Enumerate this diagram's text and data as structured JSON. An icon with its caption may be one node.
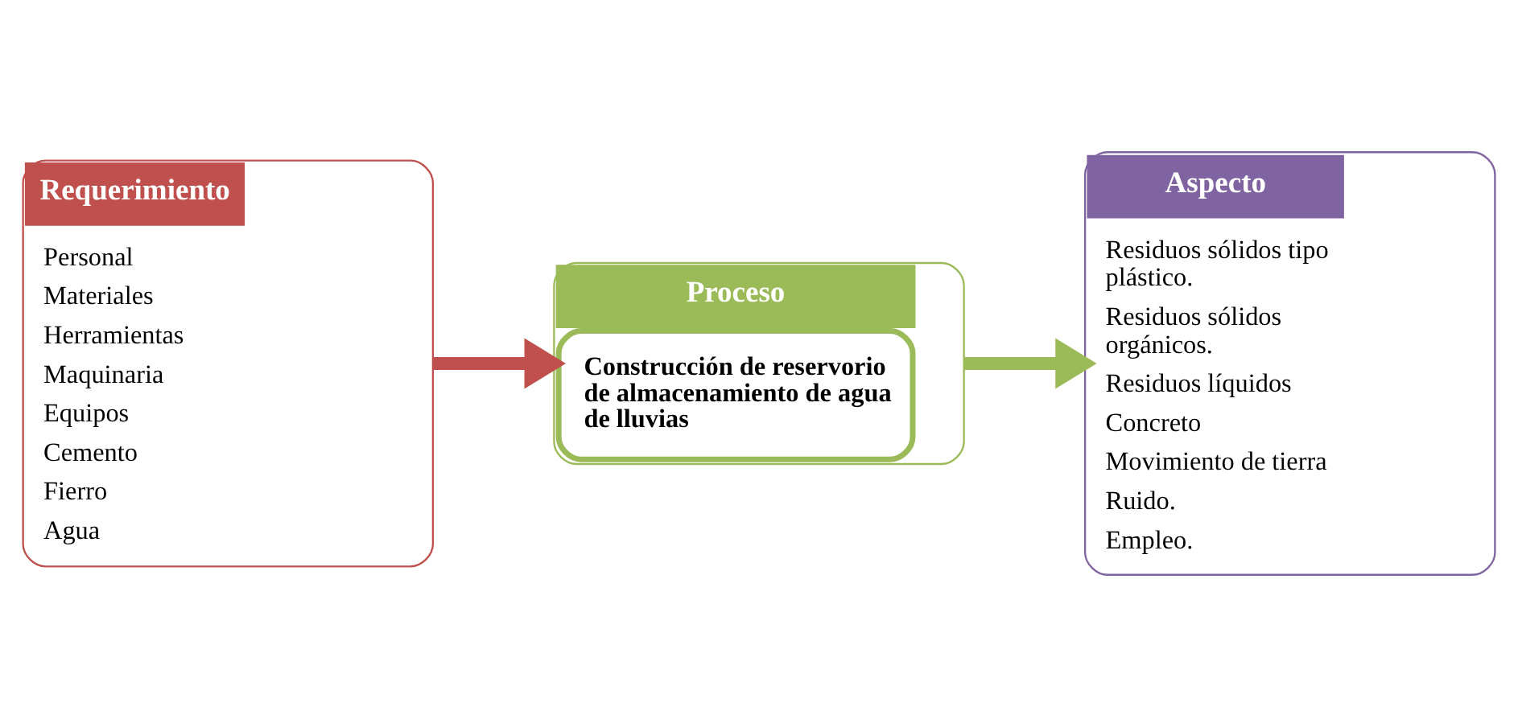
{
  "diagram": {
    "nodes": [
      {
        "text": [
          "Requerimiento",
          "Personal",
          "Materiales",
          "Herramientas",
          "Maquinaria",
          "Equipos",
          "Cemento",
          "Fierro",
          "Agua"
        ]
      },
      {
        "text": [
          "Proceso",
          "Construcción de reservorio de almacenamiento de agua de lluvias"
        ]
      },
      {
        "text": [
          "Aspecto",
          "Residuos sólidos tipo plástico.",
          "Residuos sólidos orgánicos.",
          "Residuos líquidos",
          "Concreto",
          "Movimiento de tierra",
          "Ruido.",
          "Empleo."
        ]
      }
    ],
    "edges": [
      {
        "from": 0,
        "to": 1,
        "arrow": "to",
        "color": "#c0504d"
      },
      {
        "from": 1,
        "to": 2,
        "arrow": "to",
        "color": "#9bbb59"
      }
    ]
  }
}
